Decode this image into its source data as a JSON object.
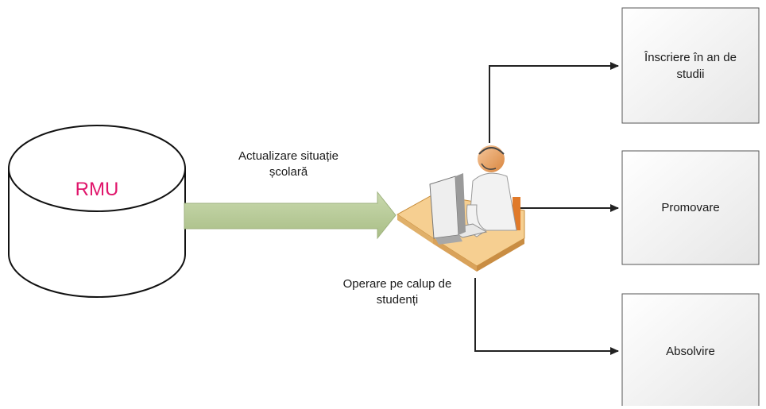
{
  "database": {
    "label": "RMU",
    "label_color": "#e0156b"
  },
  "flow_arrow": {
    "line1": "Actualizare situație",
    "line2": "școlară",
    "fill": "#bccf9c"
  },
  "operator": {
    "caption_line1": "Operare pe calup de",
    "caption_line2": "studenți"
  },
  "targets": [
    {
      "line1": "Înscriere în an de",
      "line2": "studii"
    },
    {
      "line1": "Promovare"
    },
    {
      "line1": "Absolvire"
    }
  ],
  "colors": {
    "box_fill": "#efefef",
    "connector": "#222222",
    "desk": "#f6cf91"
  }
}
